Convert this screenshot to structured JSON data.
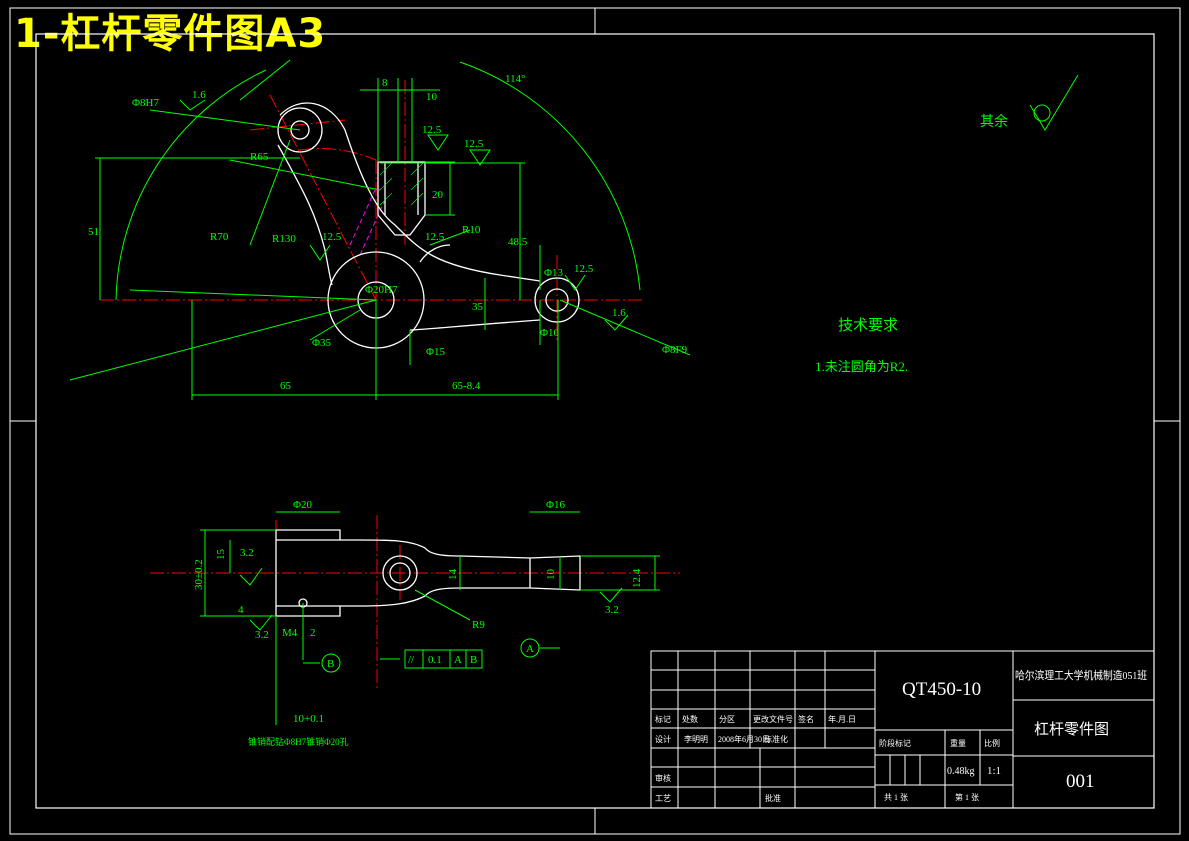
{
  "title": "1-杠杆零件图A3",
  "colors": {
    "background": "#000000",
    "title": "#ffff00",
    "dimension": "#00ff00",
    "outline": "#ffffff",
    "centerline": "#ff0000",
    "hidden": "#ff00ff"
  },
  "front_view": {
    "dims": {
      "d8h7": "Φ8H7",
      "r65": "R65",
      "r70": "R70",
      "r130": "R130",
      "r10": "R10",
      "ra_1_6a": "1.6",
      "ra_1_6b": "1.6",
      "ra_12_5a": "12.5",
      "ra_12_5b": "12.5",
      "ra_12_5c": "12.5",
      "ra_12_5d": "12.5",
      "ra_12_5e": "12.5",
      "angle_114": "114°",
      "w8": "8",
      "w10": "10",
      "d20": "20",
      "d51": "51",
      "d48_5": "48.5",
      "d35": "35",
      "dia35": "Φ35",
      "dia13": "Φ13",
      "dia10": "Φ10",
      "dia8f9": "Φ8F9",
      "d65": "65",
      "d65_tol": "65-8.4",
      "phi_small": "Φ15",
      "dia_center": "Φ20H7"
    }
  },
  "side_view": {
    "dims": {
      "dia20": "Φ20",
      "dia16": "Φ16",
      "d30": "30±0.2",
      "d15": "15",
      "ra_3_2a": "3.2",
      "ra_3_2b": "3.2",
      "ra_3_2c": "3.2",
      "d14": "14",
      "d10": "10",
      "d12": "12.4",
      "m4": "M4",
      "d2": "2",
      "r9": "R9",
      "d4": "4",
      "d10_tol": "10+0.1",
      "note": "锥销配钻Φ8H7锥销Φ20孔"
    },
    "datum_b": "B",
    "datum_a": "A",
    "tolerance_frame": [
      "//",
      "0.1",
      "A",
      "B"
    ]
  },
  "surface_rest": "其余",
  "tech_req": {
    "heading": "技术要求",
    "item1": "1.未注圆角为R2."
  },
  "title_block": {
    "material": "QT450-10",
    "school": "哈尔滨理工大学机械制造051班",
    "part_name": "杠杆零件图",
    "drawing_no": "001",
    "mass": "0.48kg",
    "scale": "1:1",
    "stage_label": "阶段标记",
    "weight_label": "重量",
    "scale_label": "比例",
    "sheet_total": "共 1 张",
    "sheet_no": "第 1 张",
    "row1": [
      "标记",
      "处数",
      "分区",
      "更改文件号",
      "签名",
      "年.月.日"
    ],
    "designer_label": "设计",
    "designer": "李明明",
    "date": "2008年6月30日",
    "std_label": "标准化",
    "review_label": "审核",
    "process_label": "工艺",
    "approve_label": "批准"
  }
}
